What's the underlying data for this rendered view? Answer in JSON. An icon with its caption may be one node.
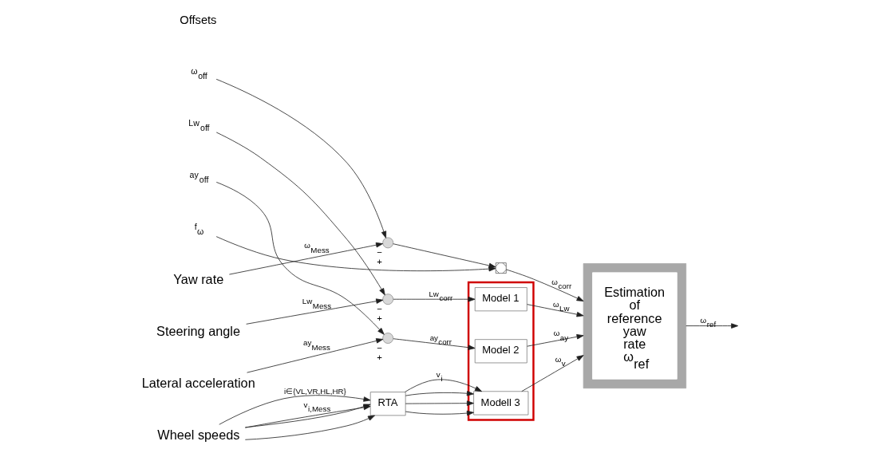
{
  "diagram": {
    "nodes": [
      {
        "text": [
          "Yaw rate"
        ]
      },
      {
        "text": [
          "Steering angle"
        ]
      },
      {
        "text": [
          "Lateral acceleration"
        ]
      },
      {
        "text": [
          "Wheel speeds"
        ]
      },
      {
        "text": [
          "ω$_{off}$"
        ]
      },
      {
        "text": [
          "Lw$_{off}$"
        ]
      },
      {
        "text": [
          "ay$_{off}$"
        ]
      },
      {
        "text": [
          "f$_{ω}$"
        ]
      },
      {
        "text": [],
        "shape": "circle",
        "beside": [
          "−",
          "+"
        ]
      },
      {
        "text": [],
        "shape": "circle",
        "beside": [
          "−",
          "+"
        ]
      },
      {
        "text": [],
        "shape": "circle",
        "beside": [
          "−",
          "+"
        ]
      },
      {
        "text": [],
        "shape": "box"
      },
      {
        "text": [
          "RTA"
        ]
      },
      {
        "text": [],
        "shape": "box"
      },
      {
        "text": [
          "Model 1"
        ],
        "in": 13
      },
      {
        "text": [
          "Model 2"
        ],
        "in": 13
      },
      {
        "text": [
          "Modell 3"
        ],
        "in": 13
      },
      {
        "text": [],
        "shape": "box"
      },
      {
        "text": [
          "Estimation of reference yaw rate ω$_{ref}$"
        ],
        "in": 17
      }
    ],
    "edges": [
      {
        "from": 0,
        "to": 8,
        "arrow": "to",
        "label": "ω$_{Mess}$"
      },
      {
        "from": 4,
        "to": 8,
        "arrow": "to"
      },
      {
        "from": 8,
        "to": 11,
        "arrow": "to"
      },
      {
        "from": 7,
        "to": 11,
        "arrow": "to"
      },
      {
        "from": 11,
        "to": 17,
        "arrow": "to",
        "label": "ω$_{corr}$"
      },
      {
        "from": 1,
        "to": 9,
        "arrow": "to",
        "label": "Lw$_{Mess}$"
      },
      {
        "from": 5,
        "to": 9,
        "arrow": "to"
      },
      {
        "from": 9,
        "to": 14,
        "arrow": "to",
        "label": "Lw$_{corr}$"
      },
      {
        "from": 2,
        "to": 10,
        "arrow": "to",
        "label": "ay$_{Mess}$"
      },
      {
        "from": 6,
        "to": 10,
        "arrow": "to"
      },
      {
        "from": 10,
        "to": 15,
        "arrow": "to",
        "label": "ay$_{corr}$"
      },
      {
        "from": 3,
        "to": 12,
        "arrow": "to",
        "label": "v$_{i,Mess}$"
      },
      {
        "from": 3,
        "to": 12,
        "arrow": "to"
      },
      {
        "from": 3,
        "to": 12,
        "arrow": "to"
      },
      {
        "from": 3,
        "to": 12,
        "arrow": "to",
        "label": "i∈{VL,VR,HL,HR}"
      },
      {
        "from": 12,
        "to": 16,
        "arrow": "to",
        "label": "v$_{i}$"
      },
      {
        "from": 12,
        "to": 16,
        "arrow": "to"
      },
      {
        "from": 12,
        "to": 16,
        "arrow": "to"
      },
      {
        "from": 12,
        "to": 16,
        "arrow": "to"
      },
      {
        "from": 14,
        "to": 17,
        "arrow": "to",
        "label": "ω$_{Lw}$"
      },
      {
        "from": 15,
        "to": 17,
        "arrow": "to",
        "label": "ω$_{ay}$"
      },
      {
        "from": 16,
        "to": 17,
        "arrow": "to",
        "label": "ω$_{v}$"
      },
      {
        "from": 17,
        "to": null,
        "arrow": "to",
        "label": "ω$_{ref}$"
      }
    ],
    "labels": [
      "Offsets"
    ]
  }
}
